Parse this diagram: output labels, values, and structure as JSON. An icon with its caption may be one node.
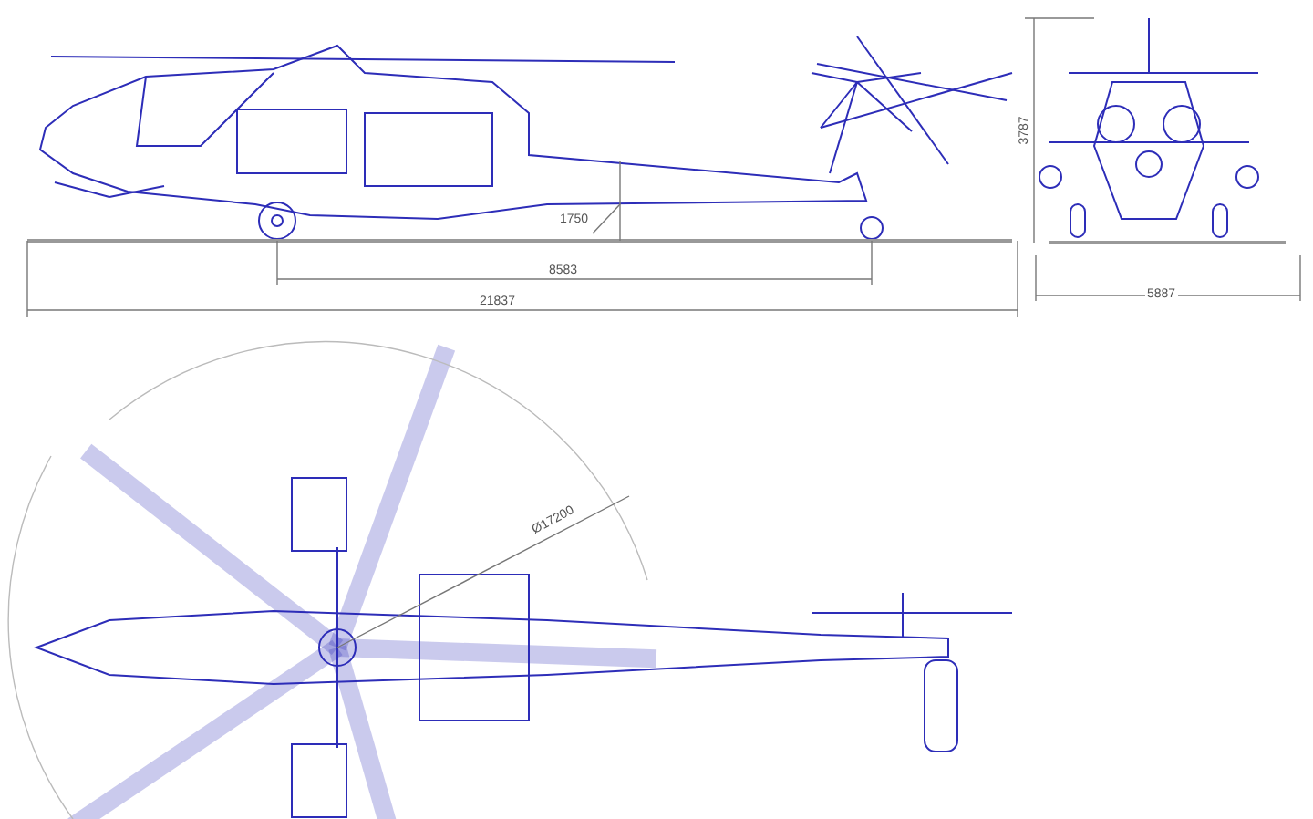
{
  "diagram": {
    "labels": [
      "1750",
      "8583",
      "21837",
      "3787",
      "5887",
      "Ø17200"
    ]
  }
}
